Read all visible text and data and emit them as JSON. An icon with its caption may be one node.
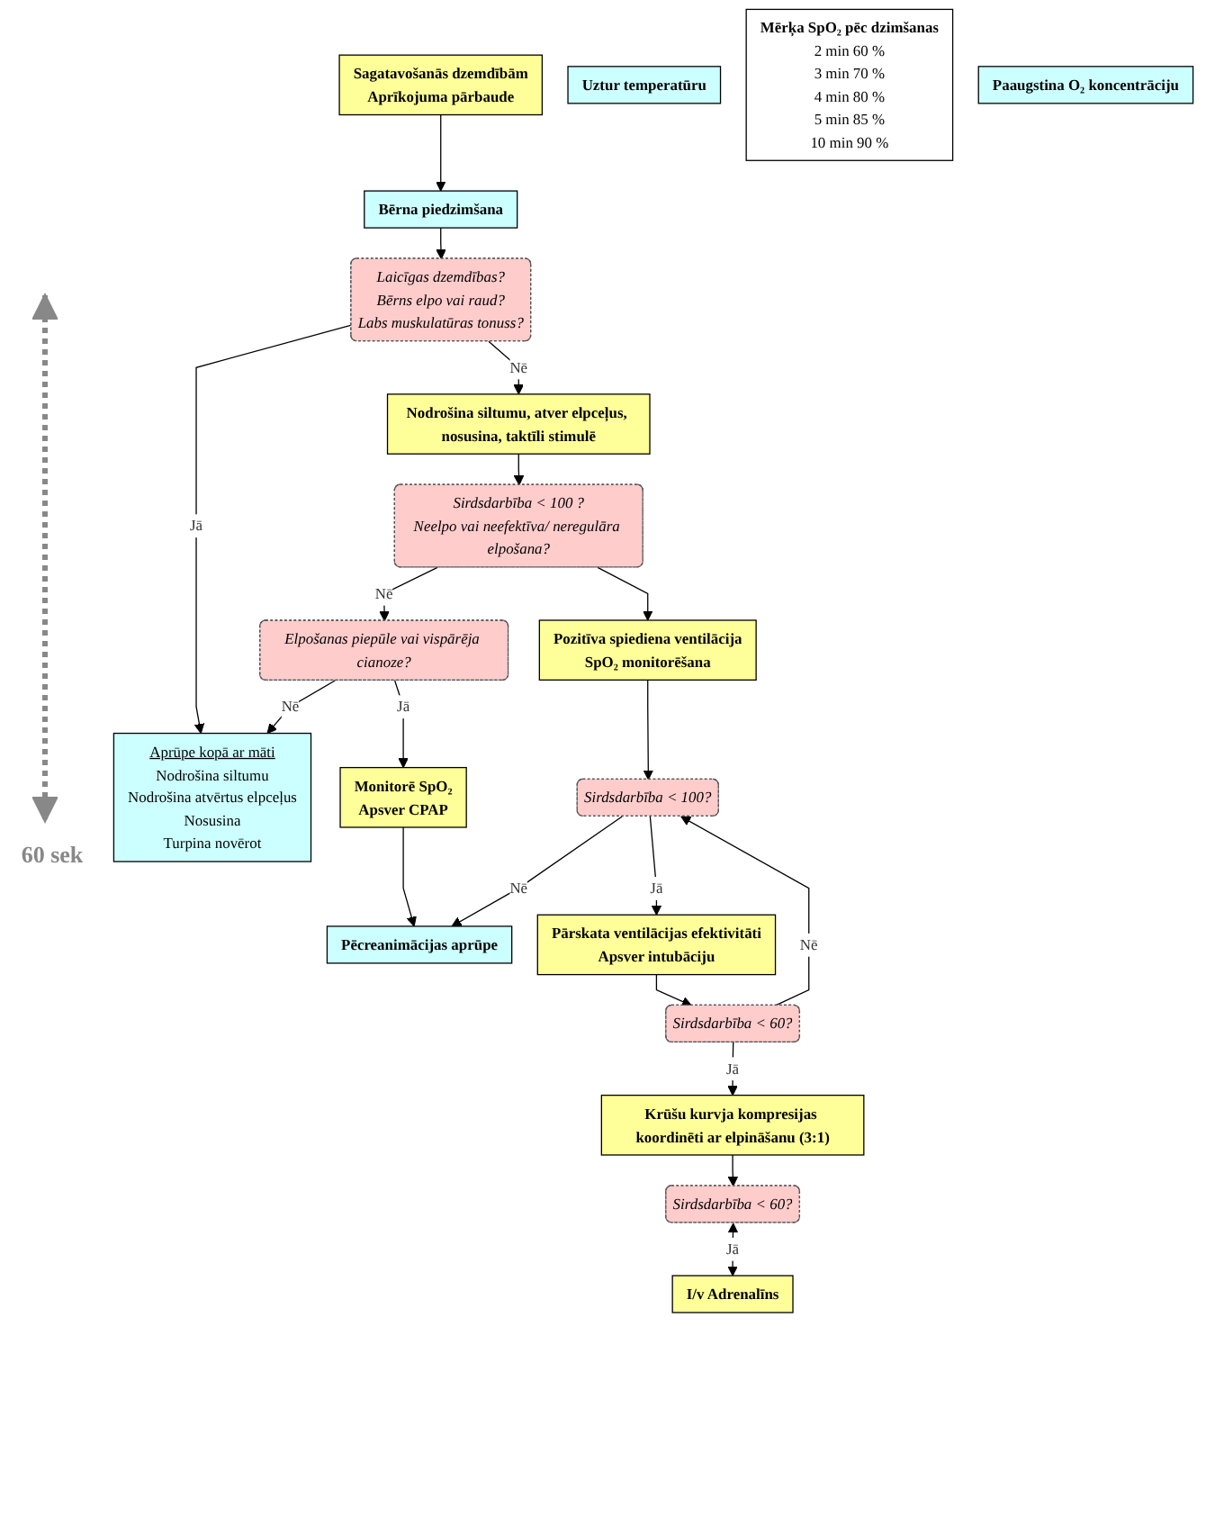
{
  "diagram": {
    "nodes": [
      {
        "text": [
          "Sagatavošanās dzemdībām",
          "Aprīkojuma pārbaude"
        ]
      },
      {
        "text": [
          "Bērna piedzimšana"
        ]
      },
      {
        "text": [
          "Uztur temperatūru"
        ]
      },
      {
        "text": [
          "Laicīgas dzemdības?",
          "Bērns elpo vai raud?",
          "Labs muskulatūras tonuss?"
        ]
      },
      {
        "text": [
          "Aprūpe kopā ar māti",
          "Nodrošina siltumu",
          "Nodrošina atvērtus elpceļus",
          "Nosusina",
          "Turpina novērot"
        ]
      },
      {
        "text": [
          "Nodrošina siltumu, atver elpceļus, nosusina, taktīli stimulē"
        ]
      },
      {
        "text": [
          "Sirdsdarbība < 100 ?",
          "Neelpo vai neefektīva/ neregulāra elpošana?"
        ]
      },
      {
        "text": [
          "Elpošanas piepūle vai vispārēja cianoze?"
        ]
      },
      {
        "text": [
          "Pozitīva spiediena ventilācija",
          "SpO₂ monitorēšana"
        ]
      },
      {
        "text": [
          "Monitorē SpO₂",
          "Apsver CPAP"
        ]
      },
      {
        "text": [
          "Sirdsdarbība < 100?"
        ]
      },
      {
        "text": [
          "Pēcreanimācijas aprūpe"
        ]
      },
      {
        "text": [
          "Pārskata ventilācijas efektivitāti",
          "Apsver intubāciju"
        ]
      },
      {
        "text": [
          "Sirdsdarbība < 60?"
        ]
      },
      {
        "text": [
          "Mērķa SpO₂ pēc dzimšanas",
          "2 min 60 %",
          "3 min 70 %",
          "4 min 80 %",
          "5 min 85 %",
          "10 min 90 %"
        ]
      },
      {
        "text": [
          "Krūšu kurvja kompresijas koordinēti ar elpināšanu (3:1)"
        ]
      },
      {
        "text": [
          "Paaugstina O₂ koncentrāciju"
        ]
      },
      {
        "text": [
          "Sirdsdarbība < 60?"
        ]
      },
      {
        "text": [
          "I/v Adrenalīns"
        ]
      }
    ],
    "edges": [
      {
        "from": 0,
        "to": 1,
        "arrow": "to"
      },
      {
        "from": 1,
        "to": 3,
        "arrow": "to"
      },
      {
        "from": 3,
        "to": 4,
        "arrow": "to",
        "label": "Jā"
      },
      {
        "from": 3,
        "to": 5,
        "arrow": "to",
        "label": "Nē"
      },
      {
        "from": 5,
        "to": 6,
        "arrow": "to"
      },
      {
        "from": 6,
        "to": 7,
        "arrow": "to",
        "label": "Nē"
      },
      {
        "from": 7,
        "to": 4,
        "arrow": "to",
        "label": "Nē"
      },
      {
        "from": 7,
        "to": 9,
        "arrow": "to",
        "label": "Jā"
      },
      {
        "from": 6,
        "to": 8,
        "arrow": "to"
      },
      {
        "from": 8,
        "to": 10,
        "arrow": "to"
      },
      {
        "from": 9,
        "to": 11,
        "arrow": "to"
      },
      {
        "from": 10,
        "to": 11,
        "arrow": "to",
        "label": "Nē"
      },
      {
        "from": 10,
        "to": 12,
        "arrow": "to",
        "label": "Jā"
      },
      {
        "from": 12,
        "to": 13,
        "arrow": "to"
      },
      {
        "from": 13,
        "to": 10,
        "arrow": "to",
        "label": "Nē"
      },
      {
        "from": 13,
        "to": 15,
        "arrow": "to",
        "label": "Jā"
      },
      {
        "from": 15,
        "to": 17,
        "arrow": "to"
      },
      {
        "from": 17,
        "to": 18,
        "arrow": "both",
        "label": "Jā"
      }
    ],
    "labels": [
      "60 sek"
    ]
  }
}
